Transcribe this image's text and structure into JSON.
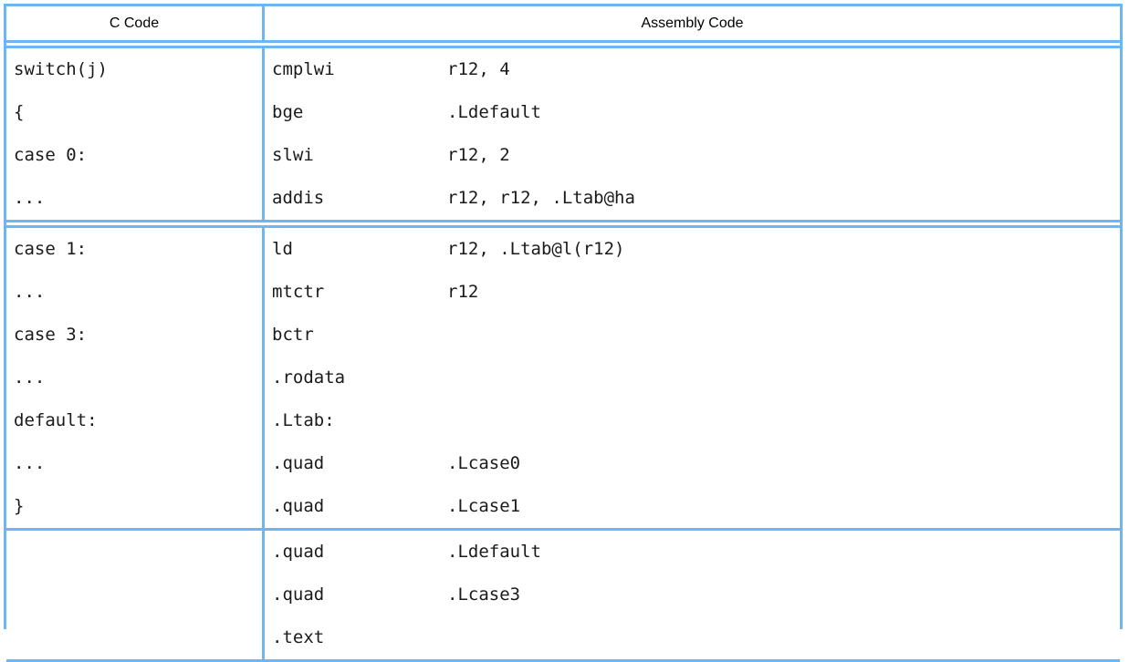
{
  "table": {
    "headers": {
      "c_code": "C Code",
      "assembly_code": "Assembly Code"
    },
    "border_color": "#6cb6f5",
    "text_color": "#1a1a1a",
    "blocks": [
      {
        "c_lines": [
          "switch(j)",
          "{",
          "case 0:",
          "..."
        ],
        "asm_lines": [
          {
            "mnemonic": "cmplwi",
            "operand": "r12, 4"
          },
          {
            "mnemonic": "bge",
            "operand": ".Ldefault"
          },
          {
            "mnemonic": "slwi",
            "operand": "r12, 2"
          },
          {
            "mnemonic": "addis",
            "operand": "r12, r12, .Ltab@ha"
          }
        ]
      },
      {
        "c_lines": [
          "case 1:",
          "...",
          "case 3:",
          "...",
          "default:",
          "...",
          "}"
        ],
        "asm_lines": [
          {
            "mnemonic": "ld",
            "operand": "r12, .Ltab@l(r12)"
          },
          {
            "mnemonic": "mtctr",
            "operand": "r12"
          },
          {
            "mnemonic": "bctr",
            "operand": ""
          },
          {
            "mnemonic": ".rodata",
            "operand": ""
          },
          {
            "mnemonic": ".Ltab:",
            "operand": ""
          },
          {
            "mnemonic": ".quad",
            "operand": ".Lcase0"
          },
          {
            "mnemonic": ".quad",
            "operand": ".Lcase1"
          }
        ]
      },
      {
        "c_lines": [
          "",
          "",
          ""
        ],
        "asm_lines": [
          {
            "mnemonic": ".quad",
            "operand": ".Ldefault"
          },
          {
            "mnemonic": ".quad",
            "operand": ".Lcase3"
          },
          {
            "mnemonic": ".text",
            "operand": ""
          }
        ]
      }
    ]
  }
}
